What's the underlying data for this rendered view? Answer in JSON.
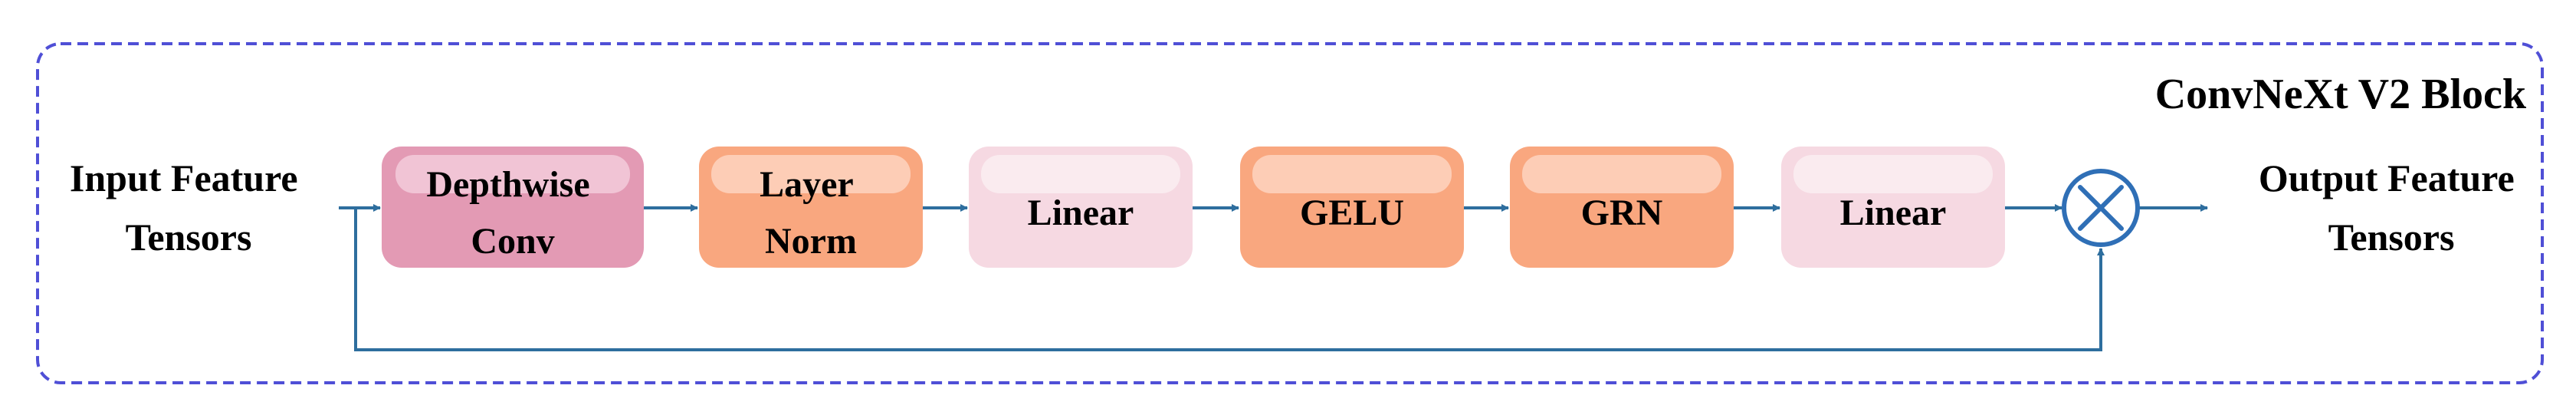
{
  "diagram": {
    "title": "ConvNeXt V2 Block",
    "input_label": [
      "Input Feature",
      "Tensors"
    ],
    "output_label": [
      "Output Feature",
      "Tensors"
    ],
    "blocks": [
      {
        "lines": [
          "Depthwise",
          "Conv"
        ],
        "fill": "#e39ab4",
        "highlight": "#f2c9d8"
      },
      {
        "lines": [
          "Layer",
          "Norm"
        ],
        "fill": "#f9a77f",
        "highlight": "#fdd2bd"
      },
      {
        "lines": [
          "Linear"
        ],
        "fill": "#f6d9e2",
        "highlight": "#fbecf1"
      },
      {
        "lines": [
          "GELU"
        ],
        "fill": "#f9a77f",
        "highlight": "#fdd2bd"
      },
      {
        "lines": [
          "GRN"
        ],
        "fill": "#f9a77f",
        "highlight": "#fdd2bd"
      },
      {
        "lines": [
          "Linear"
        ],
        "fill": "#f6d9e2",
        "highlight": "#fbecf1"
      }
    ],
    "operator": "multiply",
    "colors": {
      "border": "#4f4fd6",
      "arrow": "#2e6e9e",
      "operator_stroke": "#2f6fb6",
      "operator_fill": "#ffffff"
    }
  }
}
